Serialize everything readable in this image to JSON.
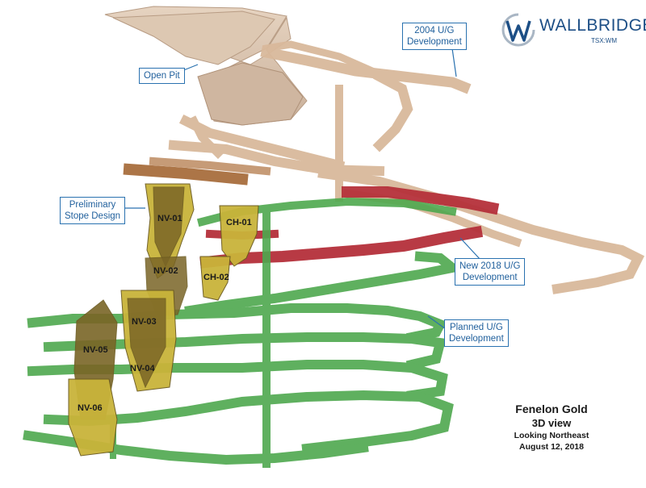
{
  "logo": {
    "name": "WALLBRIDGE",
    "ticker": "TSX:WM"
  },
  "callouts": {
    "open_pit": "Open Pit",
    "dev_2004_line1": "2004 U/G",
    "dev_2004_line2": "Development",
    "stope_line1": "Preliminary",
    "stope_line2": "Stope Design",
    "new_2018_line1": "New 2018 U/G",
    "new_2018_line2": "Development",
    "planned_line1": "Planned U/G",
    "planned_line2": "Development"
  },
  "stopes": [
    "NV-01",
    "CH-01",
    "NV-02",
    "CH-02",
    "NV-03",
    "NV-04",
    "NV-05",
    "NV-06"
  ],
  "caption": {
    "line1": "Fenelon Gold",
    "line2": "3D view",
    "line3": "Looking Northeast",
    "line4": "August 12, 2018"
  },
  "colors": {
    "historic_development": "#d9b99b",
    "new_2018_development": "#b5303a",
    "planned_development": "#4ea84e",
    "stope": "#c9b43a",
    "callout_border": "#2a72b0"
  }
}
